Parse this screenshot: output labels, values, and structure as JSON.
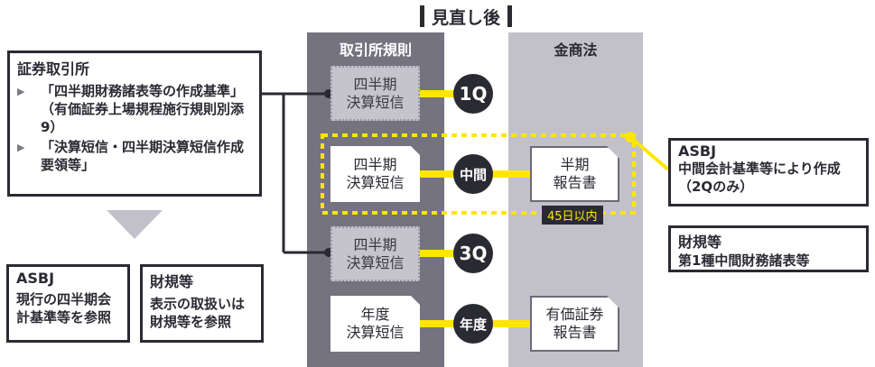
{
  "header": {
    "title": "見直し後"
  },
  "columns": {
    "exchange_rules": "取引所規則",
    "fiea": "金商法"
  },
  "rows": [
    {
      "period": "1Q",
      "exchange_doc": [
        "四半期",
        "決算短信"
      ],
      "exchange_doc_style": "ghost",
      "fiea_doc": null
    },
    {
      "period": "中間",
      "exchange_doc": [
        "四半期",
        "決算短信"
      ],
      "exchange_doc_style": "white",
      "fiea_doc": [
        "半期",
        "報告書"
      ],
      "deadline": "45日以内"
    },
    {
      "period": "3Q",
      "exchange_doc": [
        "四半期",
        "決算短信"
      ],
      "exchange_doc_style": "ghost",
      "fiea_doc": null
    },
    {
      "period": "年度",
      "exchange_doc": [
        "年度",
        "決算短信"
      ],
      "exchange_doc_style": "white",
      "fiea_doc": [
        "有価証券",
        "報告書"
      ]
    }
  ],
  "stock_exchange_box": {
    "title": "証券取引所",
    "items": [
      "「四半期財務諸表等の作成基準」（有価証券上場規程施行規則別添9）",
      "「決算短信・四半期決算短信作成要領等」"
    ],
    "item_lines": [
      [
        "「四半期財務諸表等の作成基",
        "準」（有価証券上場規程施行",
        "規則別添9）"
      ],
      [
        "「決算短信・四半期決算短信",
        "作成要領等」"
      ]
    ]
  },
  "left_bottom_boxes": [
    {
      "title": "ASBJ",
      "lines": [
        "現行の四半期会",
        "計基準等を参照"
      ]
    },
    {
      "title": "財規等",
      "lines": [
        "表示の取扱いは",
        "財規等を参照"
      ]
    }
  ],
  "right_boxes": [
    {
      "title": "ASBJ",
      "lines": [
        "中間会計基準等により作成",
        "（2Qのみ）"
      ]
    },
    {
      "title": "財規等",
      "lines": [
        "第1種中間財務諸表等"
      ]
    }
  ],
  "colors": {
    "accent_yellow": "#ffe600",
    "dark": "#2a2a33",
    "exchange_column": "#74737f",
    "fiea_column": "#c2c1ca"
  }
}
